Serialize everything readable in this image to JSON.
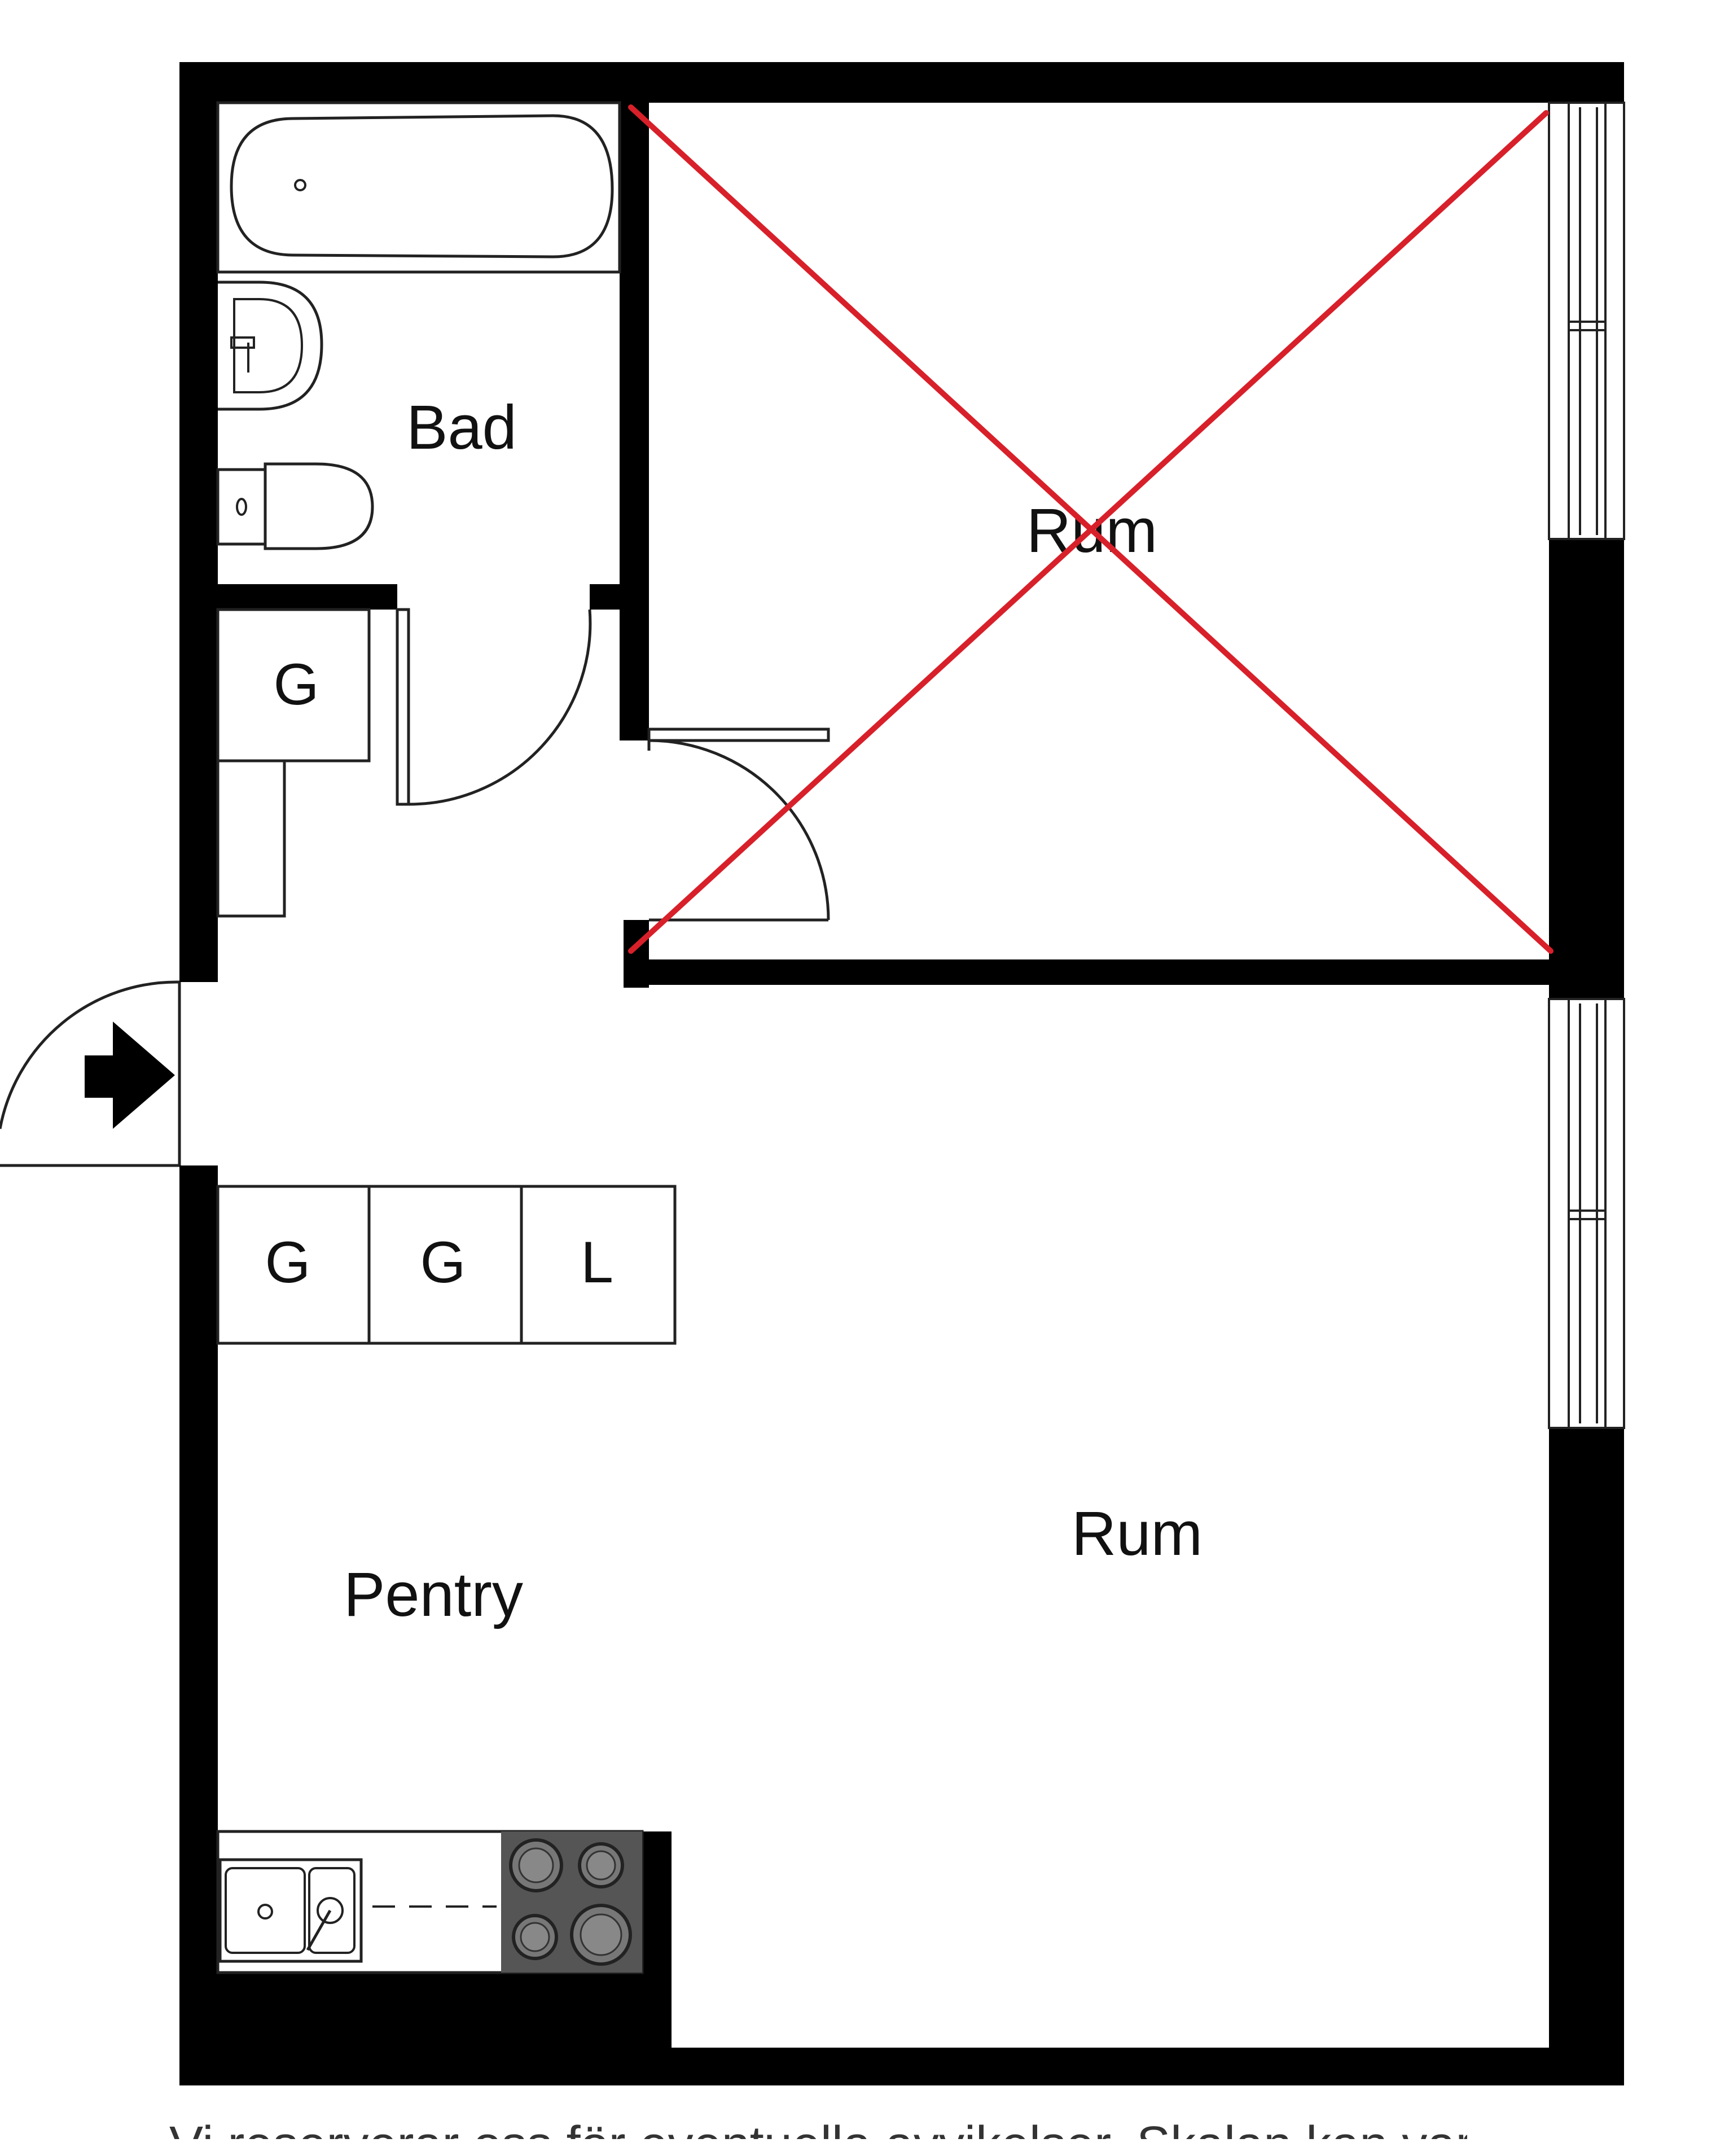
{
  "rooms": {
    "bathroom": "Bad",
    "room_crossed": "Rum",
    "room_main": "Rum",
    "kitchenette": "Pentry"
  },
  "storage_units": {
    "hall_closet": "G",
    "row": [
      "G",
      "G",
      "L"
    ]
  },
  "footer_text": "Vi reserverar oss för eventuella avvikelser. Skalan kan vara felaktig...",
  "colors": {
    "wall": "#000000",
    "cross": "#d8202a",
    "stove": "#555555",
    "line": "#222222"
  },
  "icons": {
    "entrance": "entrance-arrow-icon",
    "bathtub": "bathtub-icon",
    "sink": "washbasin-icon",
    "toilet": "toilet-icon",
    "kitchen_sink": "kitchen-sink-icon",
    "stove": "stove-icon"
  }
}
